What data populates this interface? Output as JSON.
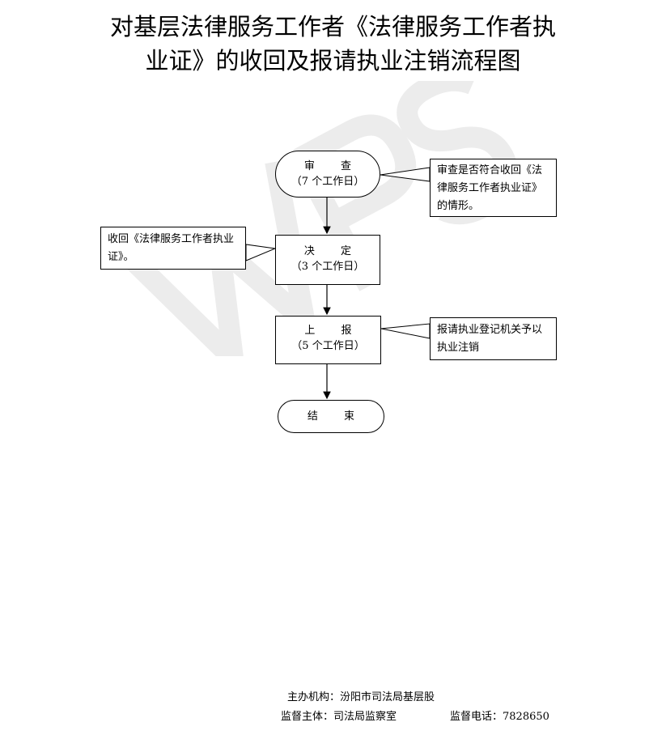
{
  "title": {
    "line1": "对基层法律服务工作者《法律服务工作者执",
    "line2": "业证》的收回及报请执业注销流程图"
  },
  "watermark": {
    "text": "WPS"
  },
  "steps": [
    {
      "name": "审  查",
      "duration": "（7 个工作日）"
    },
    {
      "name": "决  定",
      "duration": "（3 个工作日）"
    },
    {
      "name": "上  报",
      "duration": "（5 个工作日）"
    },
    {
      "name": "结  束"
    }
  ],
  "notes": {
    "review": "审查是否符合收回《法律服务工作者执业证》的情形。",
    "decision": "收回《法律服务工作者执业证》。",
    "report": "报请执业登记机关予以执业注销"
  },
  "footer": {
    "organizer": "主办机构：汾阳市司法局基层股",
    "supervisor": "监督主体：司法局监察室",
    "phone": "监督电话：7828650"
  }
}
